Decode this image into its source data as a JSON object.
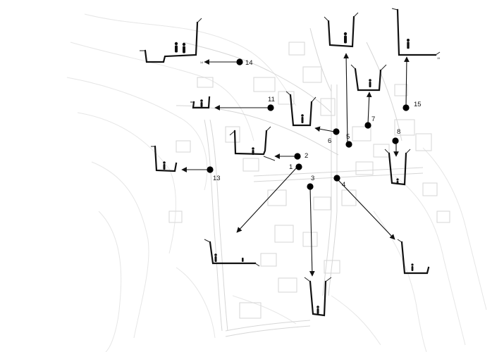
{
  "diagram": {
    "points": [
      {
        "id": "1",
        "label": "1"
      },
      {
        "id": "2",
        "label": "2"
      },
      {
        "id": "3",
        "label": "3"
      },
      {
        "id": "4",
        "label": "4"
      },
      {
        "id": "5",
        "label": "5"
      },
      {
        "id": "6",
        "label": "6"
      },
      {
        "id": "7",
        "label": "7"
      },
      {
        "id": "8",
        "label": "8"
      },
      {
        "id": "11",
        "label": "11"
      },
      {
        "id": "13",
        "label": "13"
      },
      {
        "id": "14",
        "label": "14"
      },
      {
        "id": "15",
        "label": "15"
      }
    ],
    "section_tags": {
      "s14": "14",
      "s15": "15"
    }
  }
}
